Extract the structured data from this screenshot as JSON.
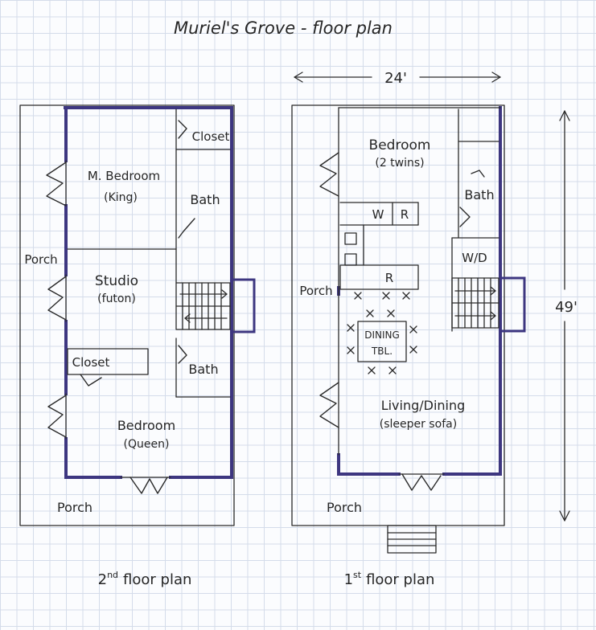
{
  "title": "Muriel's Grove - floor plan",
  "colors": {
    "ink": "#2a2a2a",
    "wall": "#3d3680",
    "grid": "#d4dcea",
    "paper": "#fbfcfe"
  },
  "dimensions": {
    "width": "24'",
    "depth": "49'"
  },
  "second_floor": {
    "caption_num": "2",
    "caption_sup": "nd",
    "caption_rest": "floor plan",
    "rooms": {
      "master_bedroom": "M. Bedroom",
      "master_bedroom_bed": "(King)",
      "closet_top": "Closet",
      "bath_top": "Bath",
      "studio": "Studio",
      "studio_bed": "(futon)",
      "closet_mid": "Closet",
      "bath_bottom": "Bath",
      "bedroom": "Bedroom",
      "bedroom_bed": "(Queen)",
      "porch_side": "Porch",
      "porch_bottom": "Porch"
    }
  },
  "first_floor": {
    "caption_num": "1",
    "caption_sup": "st",
    "caption_rest": "floor plan",
    "rooms": {
      "bedroom": "Bedroom",
      "bedroom_beds": "(2 twins)",
      "bath": "Bath",
      "washer": "W",
      "range": "R",
      "washer_dryer": "W/D",
      "kitchen_r": "R",
      "porch_side": "Porch",
      "dining_table_1": "DINING",
      "dining_table_2": "TBL.",
      "living": "Living/Dining",
      "living_sofa": "(sleeper sofa)",
      "porch_bottom": "Porch"
    }
  }
}
